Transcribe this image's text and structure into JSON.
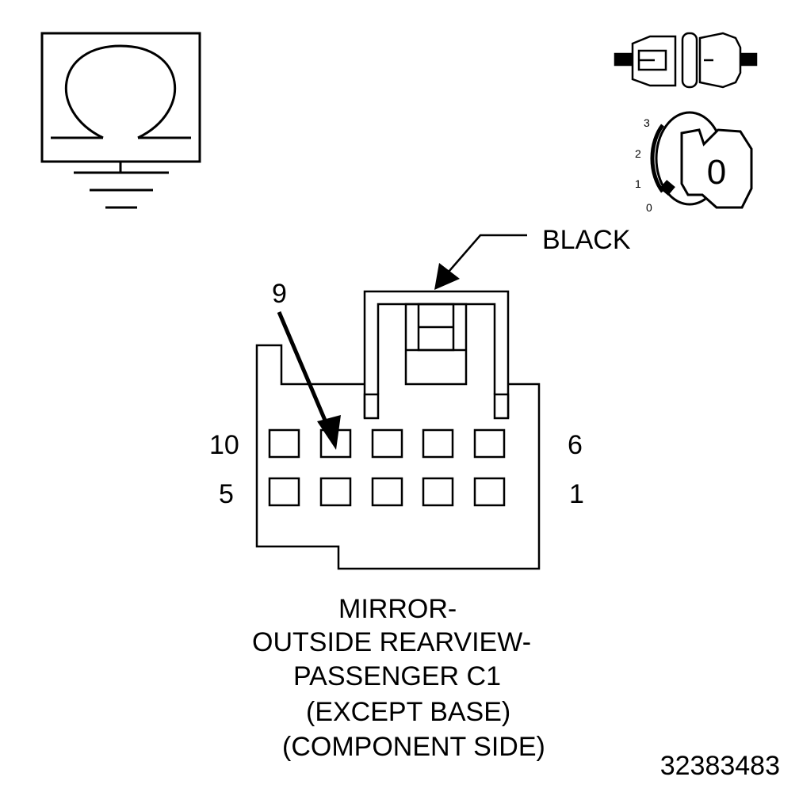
{
  "icons": {
    "ohmmeter": "ohmmeter-ground-icon",
    "connector": "disconnected-connector-icon",
    "ignition": "ignition-key-off-icon"
  },
  "ignition": {
    "positions": [
      "3",
      "2",
      "1",
      "0"
    ],
    "key_label": "0"
  },
  "connector": {
    "housing_color_label": "BLACK",
    "callout_pin": "9",
    "pin_labels": {
      "top_left": "10",
      "top_right": "6",
      "bottom_left": "5",
      "bottom_right": "1"
    }
  },
  "caption": [
    "MIRROR-",
    "OUTSIDE REARVIEW-",
    "PASSENGER C1",
    "(EXCEPT BASE)",
    "(COMPONENT SIDE)"
  ],
  "figure_id": "32383483"
}
